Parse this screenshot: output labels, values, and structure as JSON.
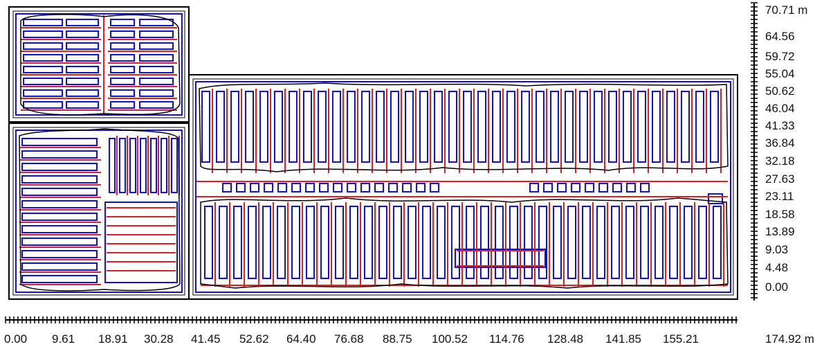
{
  "colors": {
    "walls": "#000000",
    "racks": "#1010d8",
    "aisles": "#e02020",
    "background": "#ffffff"
  },
  "y_axis": {
    "unit": "m",
    "labels": [
      "70.71 m",
      "64.56",
      "59.72",
      "55.04",
      "50.62",
      "46.04",
      "41.33",
      "36.84",
      "32.18",
      "27.63",
      "23.11",
      "18.58",
      "13.89",
      "9.03",
      "4.48",
      "0.00"
    ]
  },
  "x_axis": {
    "unit": "m",
    "labels": [
      "0.00",
      "9.61",
      "18.91",
      "30.28",
      "41.45",
      "52.62",
      "64.40",
      "76.68",
      "88.75",
      "100.52",
      "114.76",
      "128.48",
      "141.85",
      "155.21",
      "174.92 m"
    ]
  }
}
